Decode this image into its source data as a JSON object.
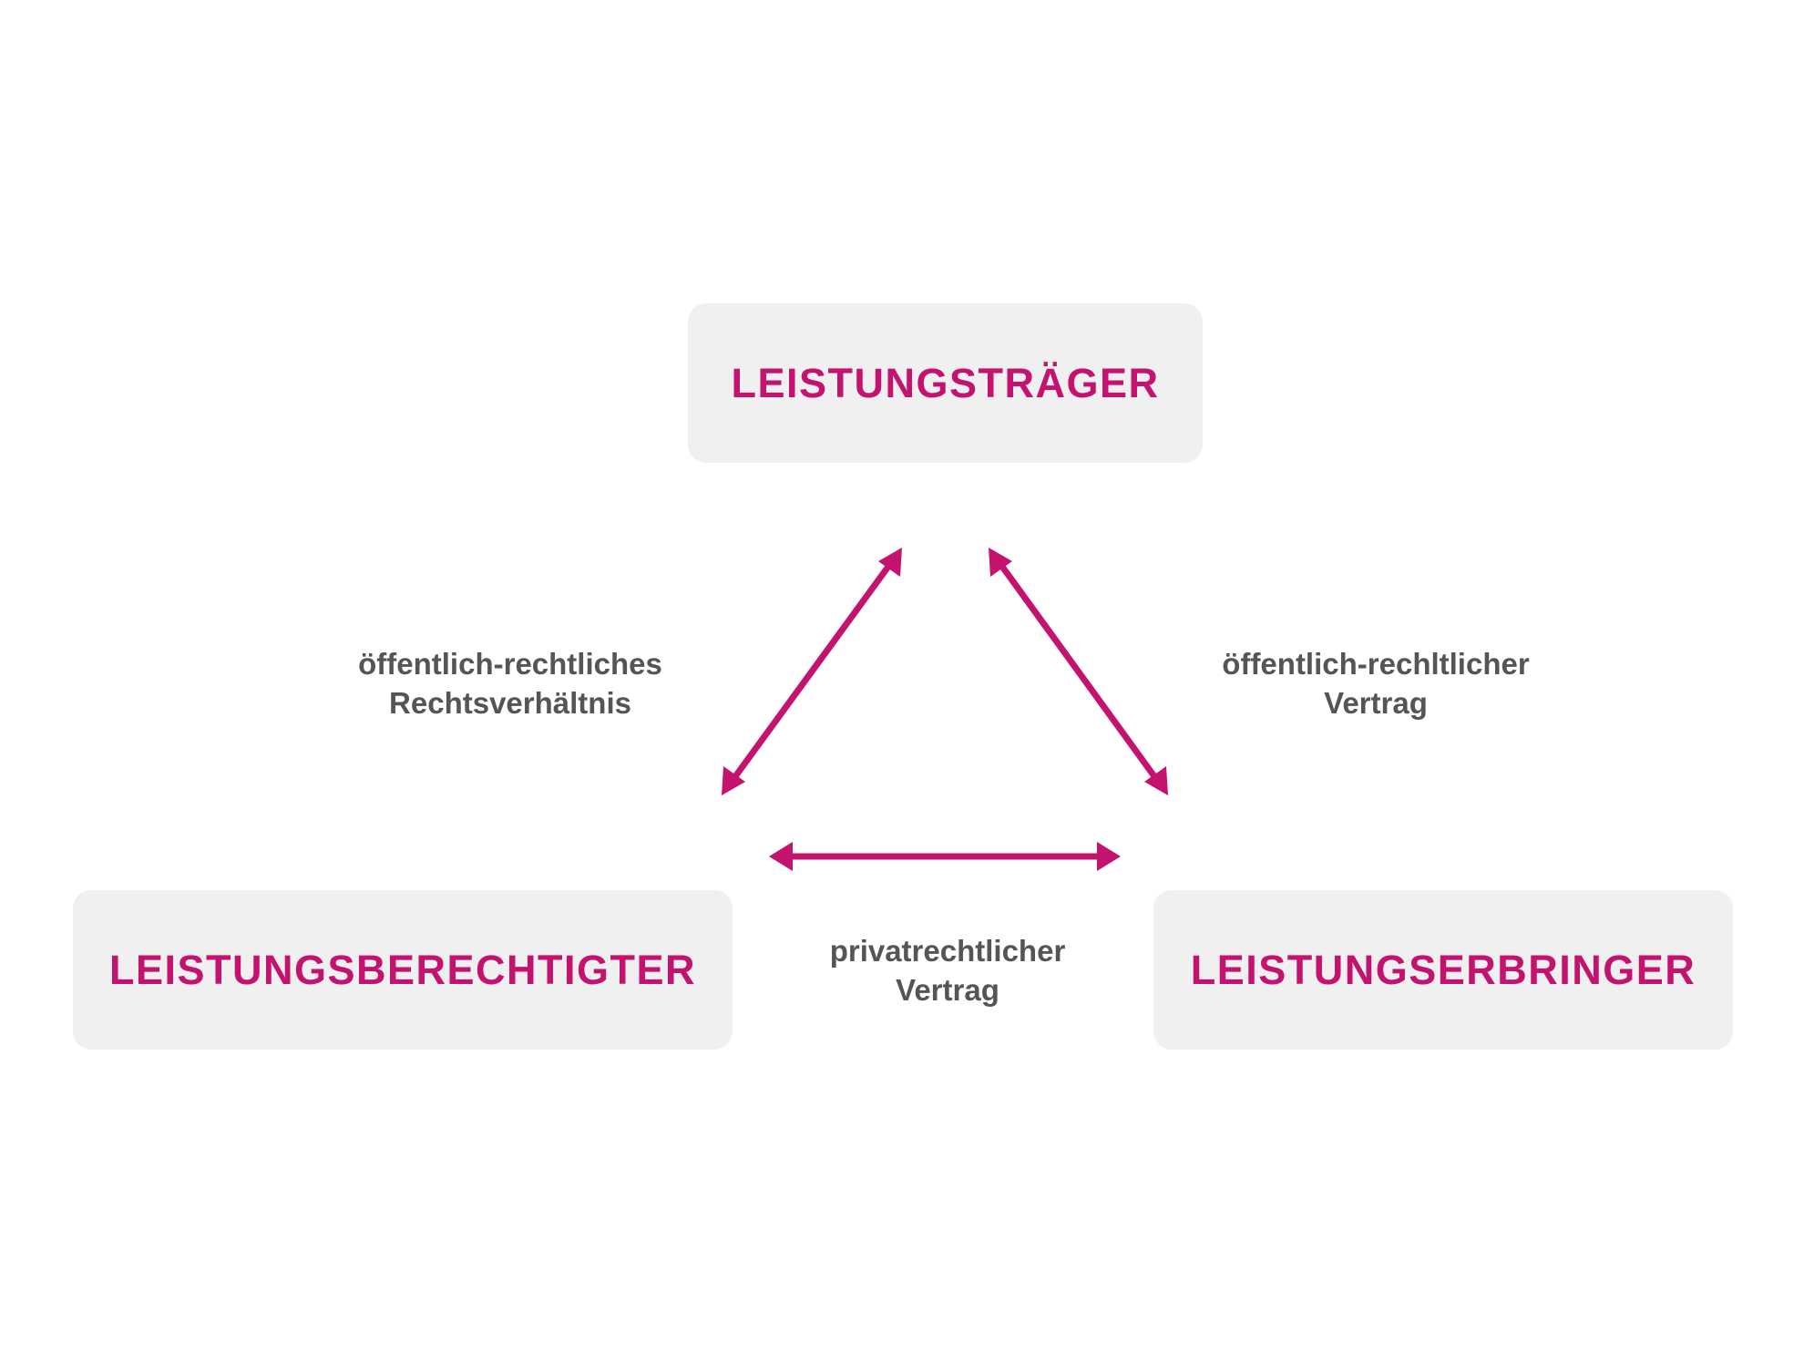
{
  "colors": {
    "accent": "#c4126f",
    "box_background": "#f0f0f0",
    "text_gray": "#555555"
  },
  "nodes": {
    "top": {
      "label": "LEISTUNGSTRÄGER"
    },
    "left": {
      "label": "LEISTUNGSBERECHTIGTER"
    },
    "right": {
      "label": "LEISTUNGSERBRINGER"
    }
  },
  "relations": {
    "left": {
      "line1": "öffentlich-rechtliches",
      "line2": "Rechtsverhältnis"
    },
    "right": {
      "line1": "öffentlich-rechltlicher",
      "line2": "Vertrag"
    },
    "bottom": {
      "line1": "privatrechtlicher",
      "line2": "Vertrag"
    }
  }
}
